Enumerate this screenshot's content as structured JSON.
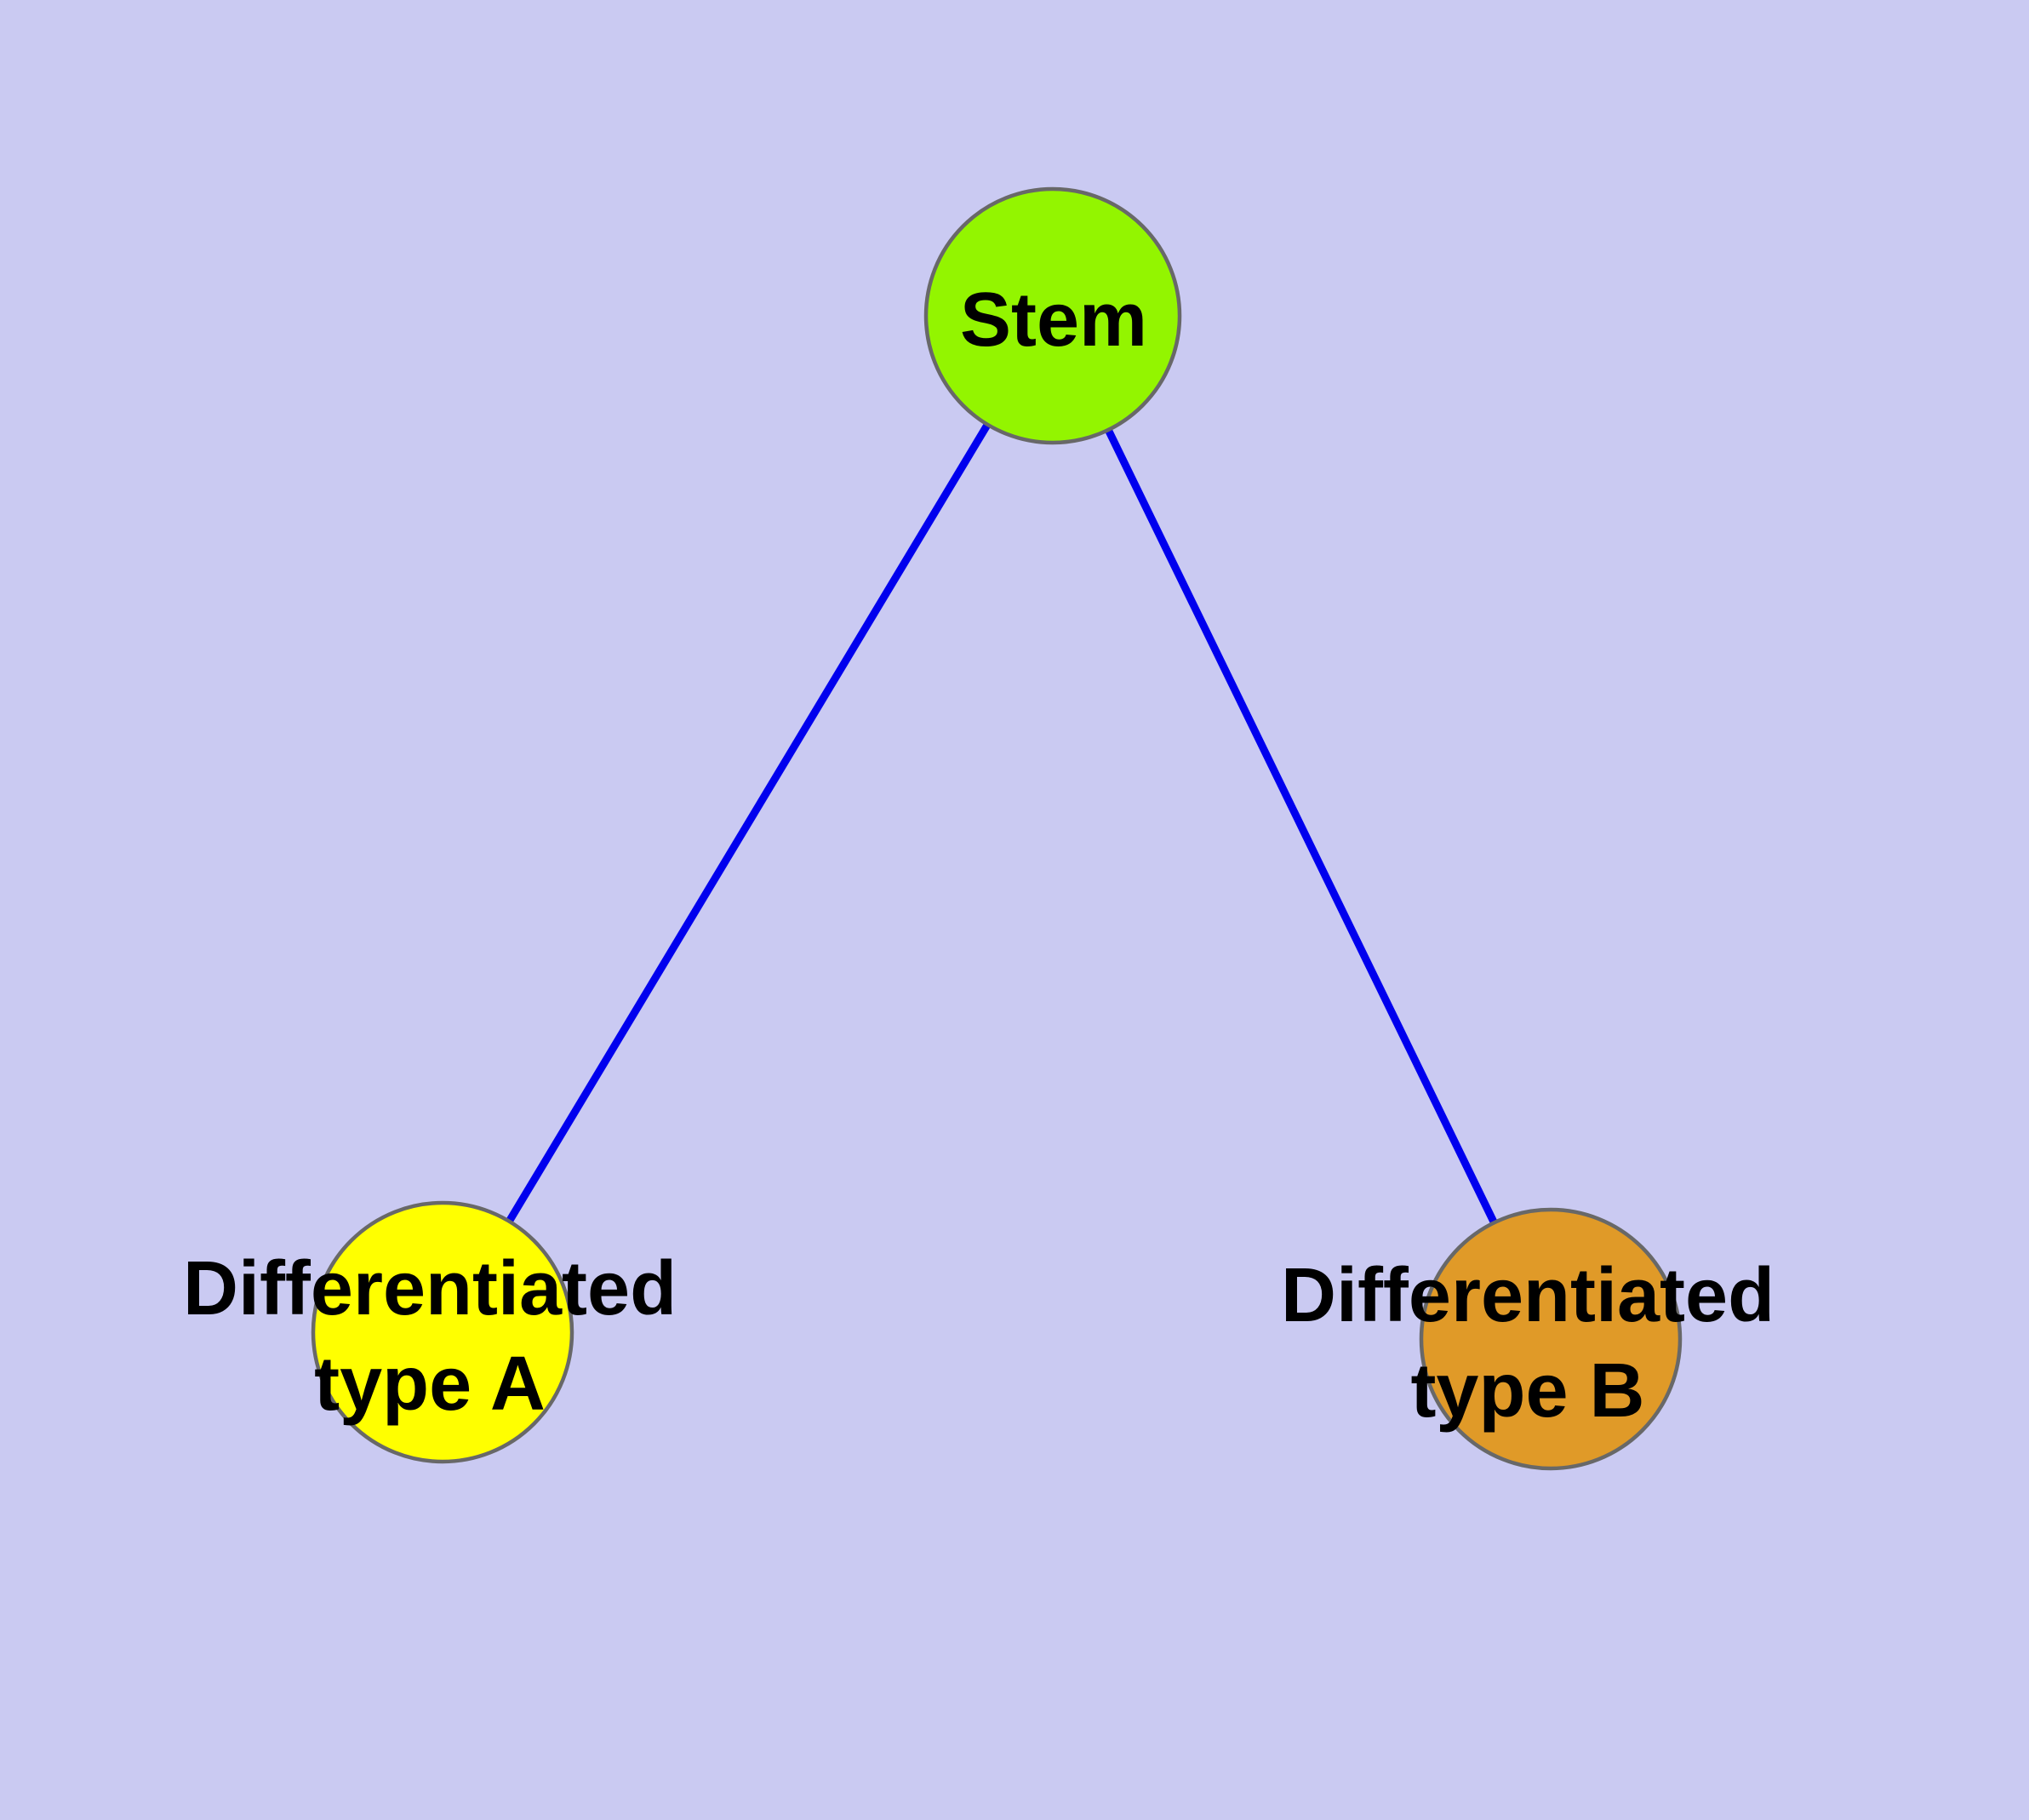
{
  "diagram": {
    "type": "graph",
    "description_colors": {
      "background": "#CACAF2",
      "node_border": "#686868",
      "edge": "#0000EE",
      "stem_fill": "#93F500",
      "type_a_fill": "#FFFF00",
      "type_b_fill": "#E09A28",
      "label_text": "#000000"
    },
    "nodes": {
      "stem": {
        "label": "Stem",
        "shape": "circle"
      },
      "type_a": {
        "label": "Differentiated\ntype A",
        "shape": "circle"
      },
      "type_b": {
        "label": "Differentiated\ntype B",
        "shape": "circle"
      }
    },
    "edges": [
      {
        "from": "Stem",
        "to": "Differentiated type A"
      },
      {
        "from": "Stem",
        "to": "Differentiated type B"
      }
    ]
  }
}
